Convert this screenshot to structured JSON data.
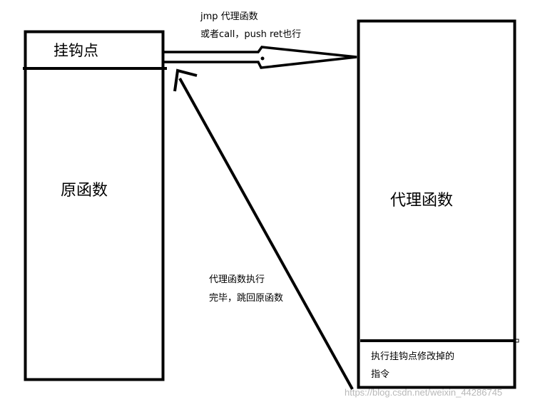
{
  "original_function": {
    "hook_point_label": "挂钩点",
    "body_label": "原函数"
  },
  "proxy_function": {
    "body_label": "代理函数",
    "patched_instructions_label": [
      "执行挂钩点修改掉的",
      "指令"
    ]
  },
  "jump_annotation": [
    "jmp 代理函数",
    "或者call，push ret也行"
  ],
  "return_annotation": [
    "代理函数执行",
    "完毕，跳回原函数"
  ],
  "watermark": "https://blog.csdn.net/weixin_44286745",
  "colors": {
    "stroke": "#000000",
    "background": "#ffffff",
    "watermark": "#b8b8b8"
  }
}
